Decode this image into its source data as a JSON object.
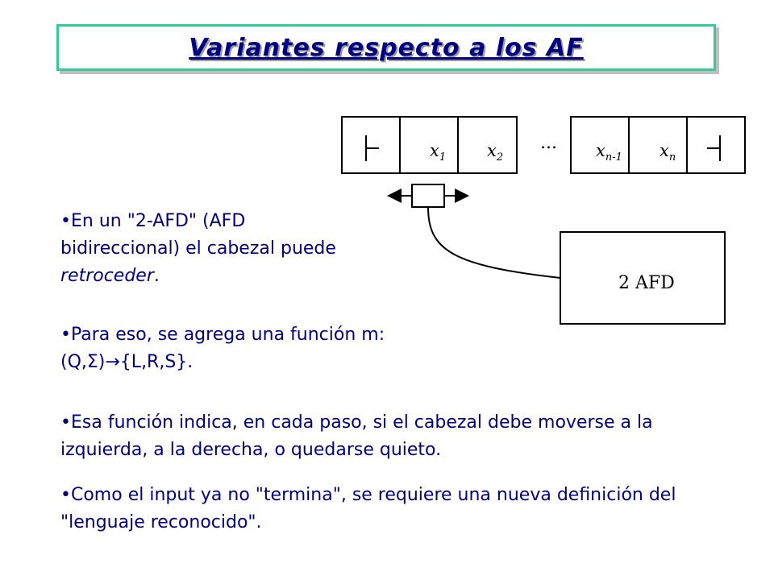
{
  "title": "Variantes respecto a los AF",
  "diagram": {
    "tape_cells": [
      {
        "base": "x",
        "sub": "1"
      },
      {
        "base": "x",
        "sub": "2"
      },
      {
        "base": "x",
        "sub": "n-1"
      },
      {
        "base": "x",
        "sub": "n"
      }
    ],
    "ellipsis": "...",
    "left_marker": "left-endmarker-icon",
    "right_marker": "right-endmarker-icon",
    "control_label": "2 AFD"
  },
  "paragraphs": {
    "p1_before": "En un \"2-AFD\" (AFD bidireccional) el cabezal puede ",
    "p1_emph": "retroceder",
    "p1_after": ".",
    "p2": "Para eso, se agrega una función m:(Q,Σ)→{L,R,S}.",
    "p3": "Esa función indica, en cada paso, si el cabezal debe moverse a la izquierda, a la derecha, o quedarse quieto.",
    "p4": "Como el input ya no \"termina\", se requiere una nueva definición del \"lenguaje reconocido\"."
  },
  "bullet": "•",
  "colors": {
    "text": "#000080",
    "title_border": "#33cc99"
  }
}
